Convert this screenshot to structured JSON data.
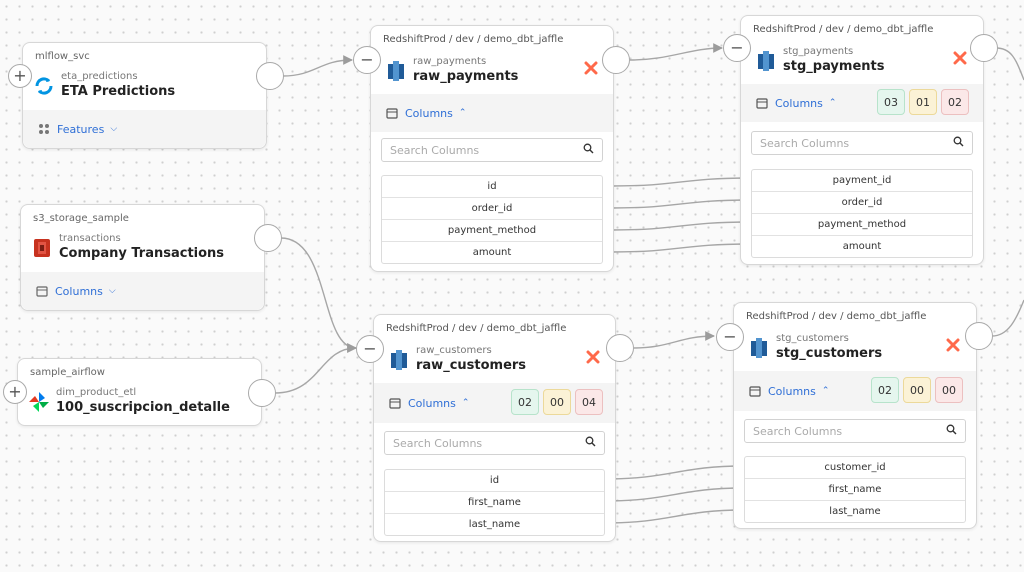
{
  "colors": {
    "accent": "#2f6fd6",
    "dbt": "#ff694a",
    "redshift": "#205b98"
  },
  "mlflow_node": {
    "service": "mlflow_svc",
    "subtitle": "eta_predictions",
    "title": "ETA Predictions",
    "footer_label": "Features",
    "icon": "mlflow-icon"
  },
  "s3_node": {
    "service": "s3_storage_sample",
    "subtitle": "transactions",
    "title": "Company Transactions",
    "footer_label": "Columns",
    "icon": "s3-icon"
  },
  "airflow_node": {
    "service": "sample_airflow",
    "subtitle": "dim_product_etl",
    "title": "100_suscripcion_detalle",
    "icon": "airflow-icon"
  },
  "raw_payments": {
    "breadcrumb": "RedshiftProd / dev / demo_dbt_jaffle",
    "subtitle": "raw_payments",
    "title": "raw_payments",
    "columns_label": "Columns",
    "search_placeholder": "Search Columns",
    "columns": [
      "id",
      "order_id",
      "payment_method",
      "amount"
    ]
  },
  "stg_payments": {
    "breadcrumb": "RedshiftProd / dev / demo_dbt_jaffle",
    "subtitle": "stg_payments",
    "title": "stg_payments",
    "columns_label": "Columns",
    "search_placeholder": "Search Columns",
    "badges": [
      "03",
      "01",
      "02"
    ],
    "columns": [
      "payment_id",
      "order_id",
      "payment_method",
      "amount"
    ]
  },
  "raw_customers": {
    "breadcrumb": "RedshiftProd / dev / demo_dbt_jaffle",
    "subtitle": "raw_customers",
    "title": "raw_customers",
    "columns_label": "Columns",
    "search_placeholder": "Search Columns",
    "badges": [
      "02",
      "00",
      "04"
    ],
    "columns": [
      "id",
      "first_name",
      "last_name"
    ]
  },
  "stg_customers": {
    "breadcrumb": "RedshiftProd / dev / demo_dbt_jaffle",
    "subtitle": "stg_customers",
    "title": "stg_customers",
    "columns_label": "Columns",
    "search_placeholder": "Search Columns",
    "badges": [
      "02",
      "00",
      "00"
    ],
    "columns": [
      "customer_id",
      "first_name",
      "last_name"
    ]
  }
}
